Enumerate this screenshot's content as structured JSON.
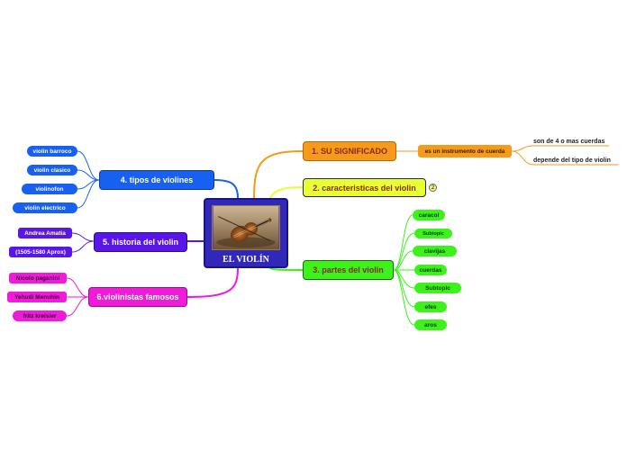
{
  "colors": {
    "orange": "#f59a1a",
    "yellow": "#e8ff35",
    "green": "#3cf21a",
    "blue": "#1760f0",
    "purple": "#5a15e8",
    "magenta": "#ee1bd8",
    "center": "#3128b8"
  },
  "center": {
    "title": "EL VIOLÍN",
    "image": "violin-photo"
  },
  "branches": {
    "significado": {
      "label": "1. SU SIGNIFICADO",
      "child": "es un instrumento de cuerda",
      "details": [
        "son de 4 o mas cuerdas",
        "depende del tipo de violin"
      ]
    },
    "caracteristicas": {
      "label": "2. caracteristicas del violin",
      "badge": "2"
    },
    "partes": {
      "label": "3. partes del violin",
      "items": [
        "caracol",
        "Subtopic",
        "clavijas",
        "cuerdas",
        "Subtopic",
        "efes",
        "aros"
      ]
    },
    "tipos": {
      "label": "4. tipos de violines",
      "items": [
        "violin barroco",
        "violin   clasico",
        "violinofon",
        "violin electrico"
      ]
    },
    "historia": {
      "label": "5. historia del  violin",
      "items": [
        "Andrea Amatia",
        "(1505-1580 Aprox)"
      ]
    },
    "violinistas": {
      "label": "6.violinistas famosos",
      "items": [
        "Nicolo  paganini",
        "Yehudi  Menuhin",
        "fritz kreisler"
      ]
    }
  }
}
